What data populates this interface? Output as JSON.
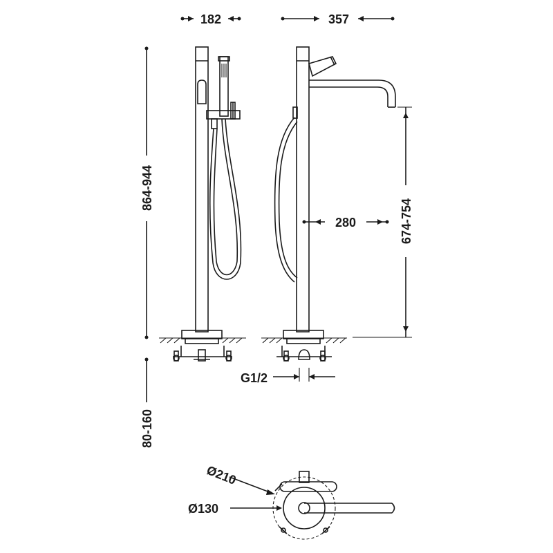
{
  "dimensions": {
    "front_width": "182",
    "side_width": "357",
    "total_height": "864-944",
    "spout_height": "674-754",
    "spout_reach": "280",
    "inlet_thread": "G1/2",
    "base_depth": "80-160",
    "outer_diameter": "Ø210",
    "inner_diameter": "Ø130"
  },
  "colors": {
    "line": "#1a1a1a",
    "background": "#ffffff"
  }
}
